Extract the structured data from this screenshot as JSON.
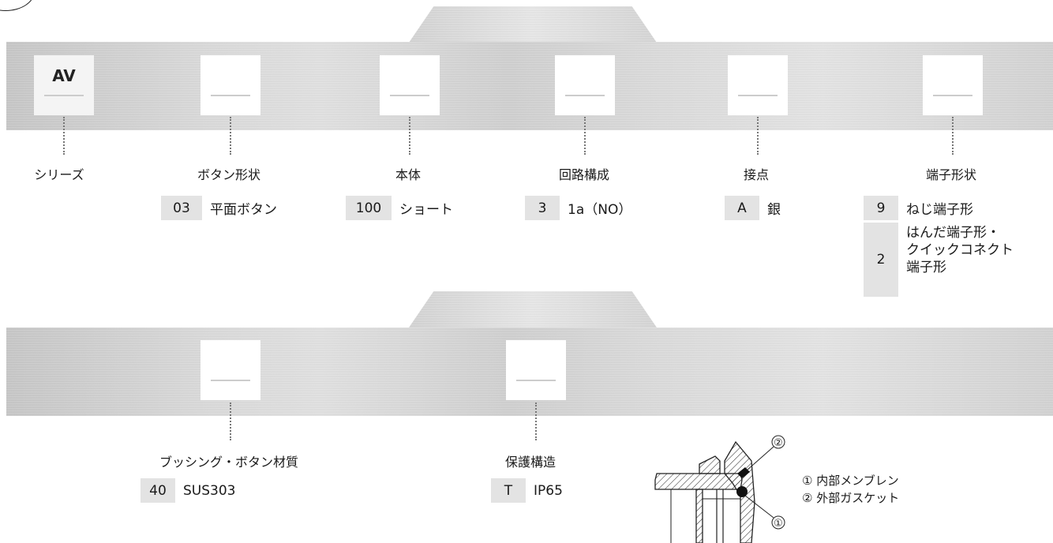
{
  "top": {
    "fields": [
      {
        "id": "series",
        "code": "AV",
        "label": "シリーズ"
      },
      {
        "id": "button-shape",
        "code": "",
        "label": "ボタン形状",
        "options": [
          {
            "code": "03",
            "text": "平面ボタン"
          }
        ]
      },
      {
        "id": "body",
        "code": "",
        "label": "本体",
        "options": [
          {
            "code": "100",
            "text": "ショート"
          }
        ]
      },
      {
        "id": "circuit",
        "code": "",
        "label": "回路構成",
        "options": [
          {
            "code": "3",
            "text": "1a（NO）"
          }
        ]
      },
      {
        "id": "contact",
        "code": "",
        "label": "接点",
        "options": [
          {
            "code": "A",
            "text": "銀"
          }
        ]
      },
      {
        "id": "terminal",
        "code": "",
        "label": "端子形状",
        "options": [
          {
            "code": "9",
            "text": "ねじ端子形"
          },
          {
            "code": "2",
            "lines": [
              "はんだ端子形・",
              "クイックコネクト",
              "端子形"
            ]
          }
        ]
      }
    ]
  },
  "bottom": {
    "fields": [
      {
        "id": "bushing",
        "code": "",
        "label": "ブッシング・ボタン材質",
        "options": [
          {
            "code": "40",
            "text": "SUS303"
          }
        ]
      },
      {
        "id": "protection",
        "code": "",
        "label": "保護構造",
        "options": [
          {
            "code": "T",
            "text": "IP65"
          }
        ]
      }
    ]
  },
  "diagram": {
    "callout_1": "①",
    "callout_2": "②",
    "legend": [
      "① 内部メンブレン",
      "② 外部ガスケット"
    ]
  }
}
